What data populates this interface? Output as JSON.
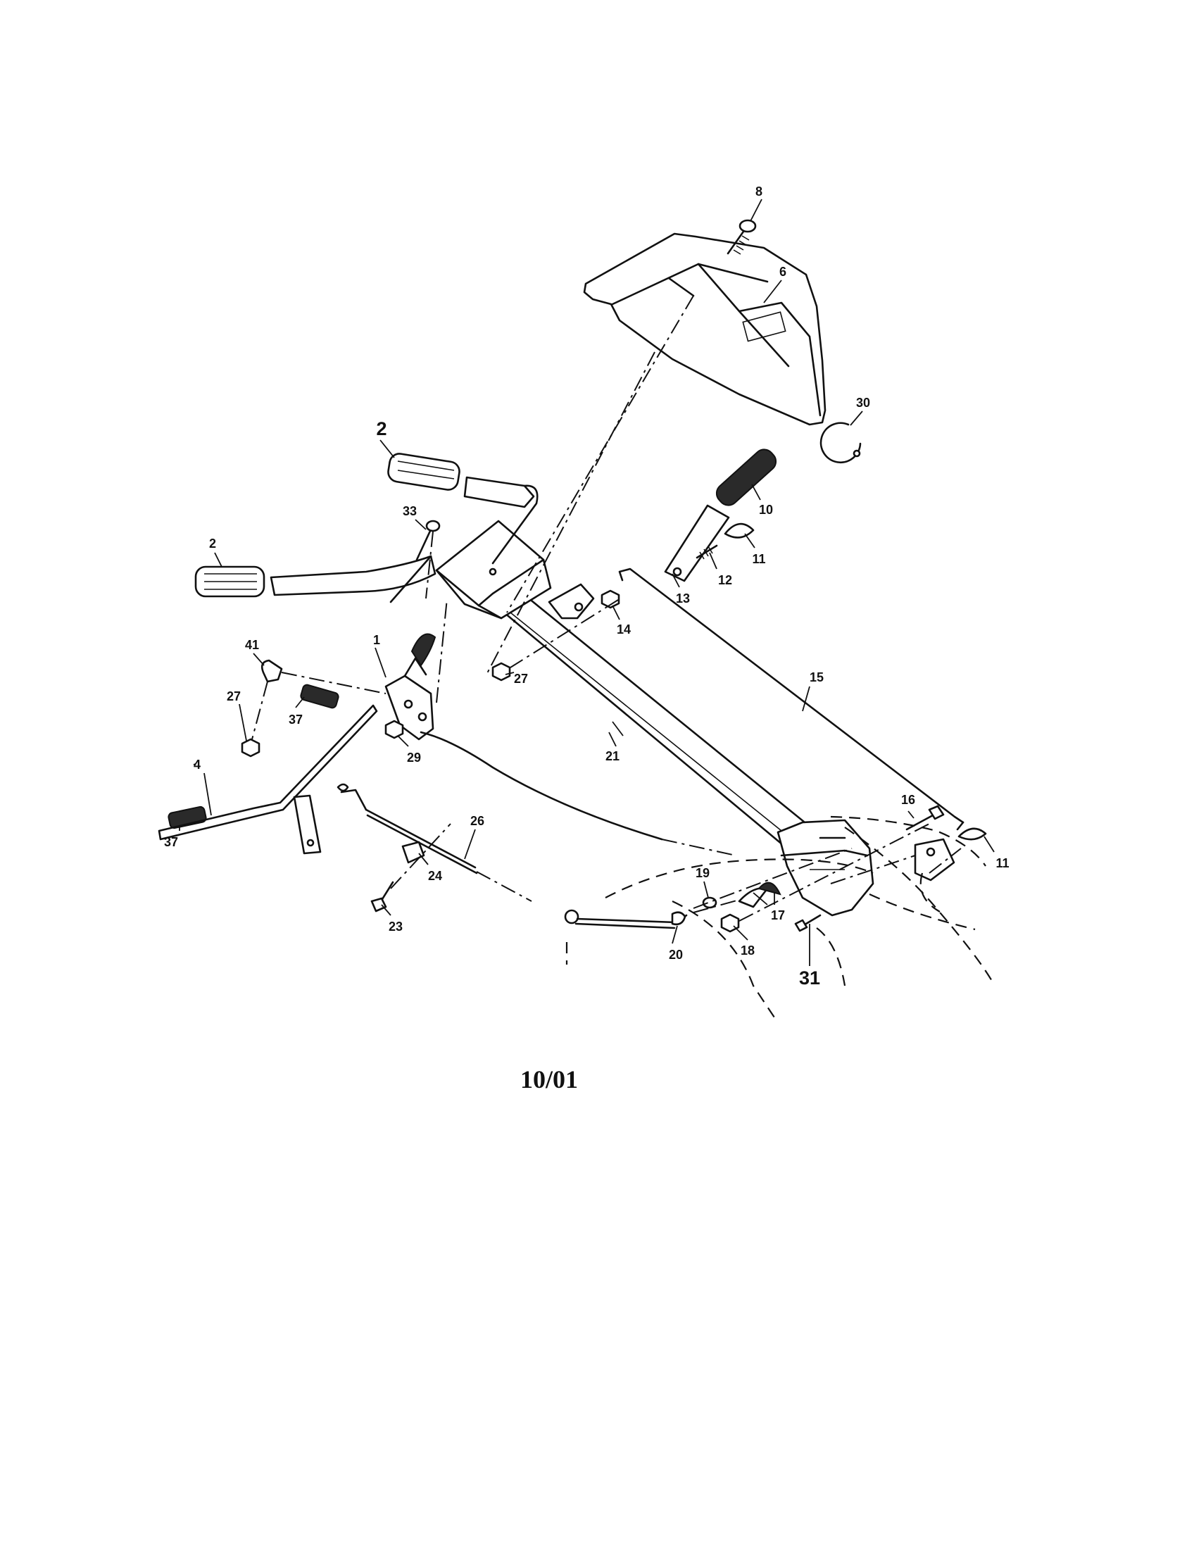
{
  "date_label": "10/01",
  "callouts": {
    "c1": "1",
    "c2a": "2",
    "c2b": "2",
    "c4": "4",
    "c6": "6",
    "c8": "8",
    "c10": "10",
    "c11a": "11",
    "c11b": "11",
    "c12": "12",
    "c13": "13",
    "c14": "14",
    "c15": "15",
    "c16": "16",
    "c17": "17",
    "c18": "18",
    "c19": "19",
    "c20": "20",
    "c21": "21",
    "c23": "23",
    "c24": "24",
    "c26": "26",
    "c27a": "27",
    "c27b": "27",
    "c29": "29",
    "c30": "30",
    "c31": "31",
    "c33": "33",
    "c37a": "37",
    "c37b": "37",
    "c41": "41"
  }
}
